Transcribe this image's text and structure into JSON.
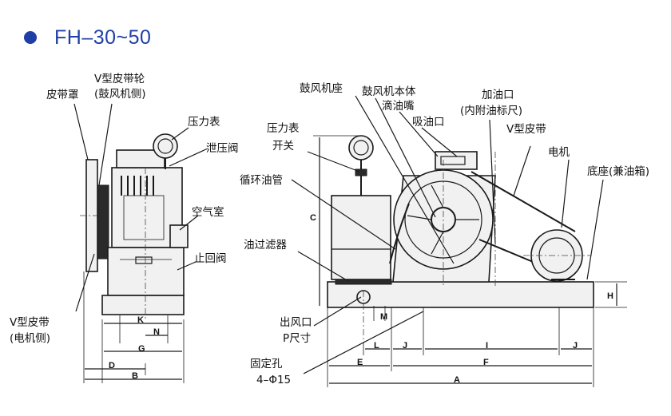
{
  "title": "FH–30~50",
  "accent_color": "#1f3fa6",
  "bullet_icon": "filled-circle",
  "labels": {
    "belt_cover": "皮带罩",
    "v_pulley_1": "V型皮带轮",
    "v_pulley_2": "(鼓风机侧)",
    "pressure_gauge_left": "压力表",
    "relief_valve": "泄压阀",
    "air_chamber": "空气室",
    "check_valve": "止回阀",
    "v_belt_motor_1": "V型皮带",
    "v_belt_motor_2": "(电机侧)",
    "blower_seat": "鼓风机座",
    "blower_body": "鼓风机本体",
    "drip_nozzle": "滴油嘴",
    "oil_suction": "吸油口",
    "oil_filler_1": "加油口",
    "oil_filler_2": "(内附油标尺)",
    "pressure_gauge_right": "压力表",
    "switch": "开关",
    "v_belt_right": "V型皮带",
    "motor": "电机",
    "base": "底座(兼油箱)",
    "circulating_pipe": "循环油管",
    "oil_filter": "油过滤器",
    "outlet_1": "出风口",
    "outlet_2": "P尺寸",
    "fix_hole_1": "固定孔",
    "fix_hole_2": "4–Φ15"
  },
  "dims": {
    "K": "K",
    "N": "N",
    "G": "G",
    "D": "D",
    "B": "B",
    "C": "C",
    "H": "H",
    "M": "M",
    "L": "L",
    "J1": "J",
    "I": "I",
    "J2": "J",
    "E": "E",
    "F": "F",
    "A": "A"
  }
}
